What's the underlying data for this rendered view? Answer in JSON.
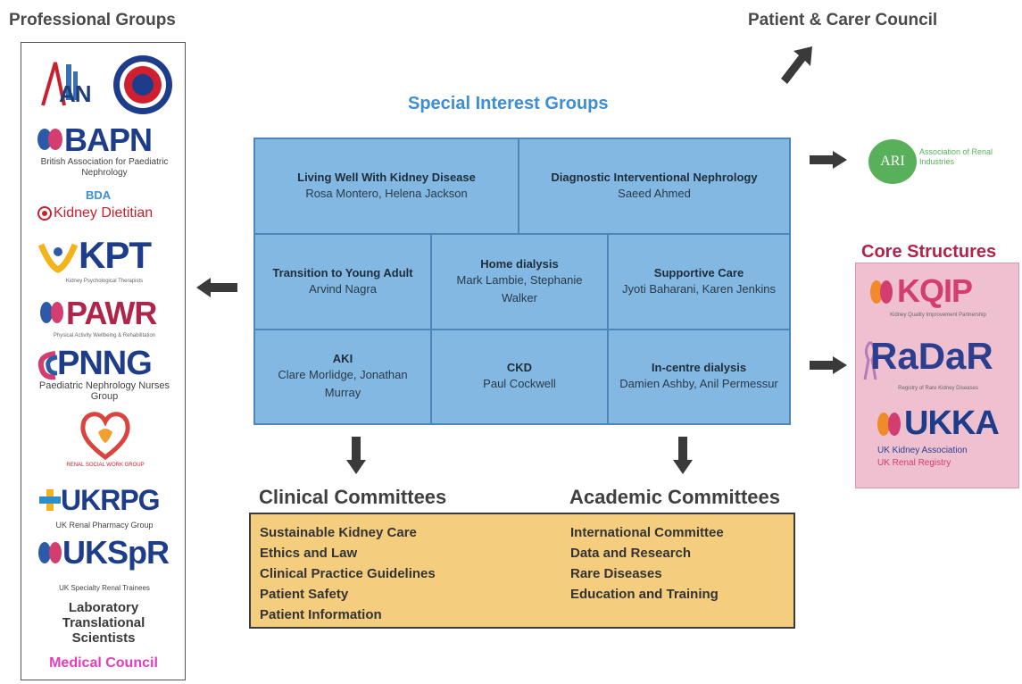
{
  "headings": {
    "professional_groups": "Professional Groups",
    "patient_carer_council": "Patient & Carer Council",
    "special_interest_groups": "Special Interest Groups",
    "core_structures": "Core Structures",
    "clinical_committees": "Clinical Committees",
    "academic_committees": "Academic Committees"
  },
  "professional_groups": {
    "ann_letters": "AN",
    "bapn": {
      "name": "BAPN",
      "sub": "British Association for Paediatric Nephrology"
    },
    "bda": {
      "top": "BDA",
      "name": "Kidney Dietitian"
    },
    "kpt": {
      "name": "KPT",
      "sub": "Kidney Psychological Therapists"
    },
    "pawr": {
      "name": "PAWR",
      "sub": "Physical Activity Wellbeing & Rehabilitation"
    },
    "pnng": {
      "name": "PNNG",
      "sub": "Paediatric Nephrology Nurses Group"
    },
    "rswg": {
      "sub": "RENAL SOCIAL WORK GROUP"
    },
    "ukrpg": {
      "name": "UKRPG",
      "sub": "UK Renal Pharmacy Group"
    },
    "ukspr": {
      "name": "UKSpR",
      "sub": "UK Specialty Renal Trainees"
    },
    "laboratory": "Laboratory Translational Scientists",
    "medical_council": "Medical Council"
  },
  "sigs": [
    {
      "title": "Living Well With Kidney Disease",
      "people": "Rosa Montero, Helena Jackson"
    },
    {
      "title": "Diagnostic Interventional Nephrology",
      "people": "Saeed Ahmed"
    },
    {
      "title": "Transition to Young Adult",
      "people": "Arvind Nagra"
    },
    {
      "title": "Home dialysis",
      "people": "Mark Lambie, Stephanie Walker"
    },
    {
      "title": "Supportive Care",
      "people": "Jyoti Baharani, Karen Jenkins"
    },
    {
      "title": "AKI",
      "people": "Clare Morlidge, Jonathan Murray"
    },
    {
      "title": "CKD",
      "people": "Paul Cockwell"
    },
    {
      "title": "In-centre dialysis",
      "people": "Damien Ashby, Anil Permessur"
    }
  ],
  "clinical_committees": [
    "Sustainable Kidney Care",
    "Ethics and Law",
    "Clinical Practice Guidelines",
    "Patient Safety",
    "Patient Information"
  ],
  "academic_committees": [
    "International Committee",
    "Data and Research",
    "Rare Diseases",
    "Education and Training"
  ],
  "ari": {
    "badge": "ARI",
    "name": "Association of Renal Industries"
  },
  "core_structures": {
    "kqip": {
      "name": "KQIP",
      "sub": "Kidney Quality Improvement Partnership"
    },
    "radar": {
      "name": "RaDaR",
      "sub": "Registry of Rare Kidney Diseases"
    },
    "ukka": {
      "name": "UKKA",
      "sub1": "UK Kidney Association",
      "sub2": "UK Renal Registry"
    }
  },
  "colors": {
    "sig_fill": "#82b8e2",
    "committee_fill": "#f4cd7f",
    "core_fill": "#efc1d0",
    "heading_blue": "#3d8ed3",
    "heading_red": "#b0244a",
    "arrow": "#3a3a3a"
  }
}
